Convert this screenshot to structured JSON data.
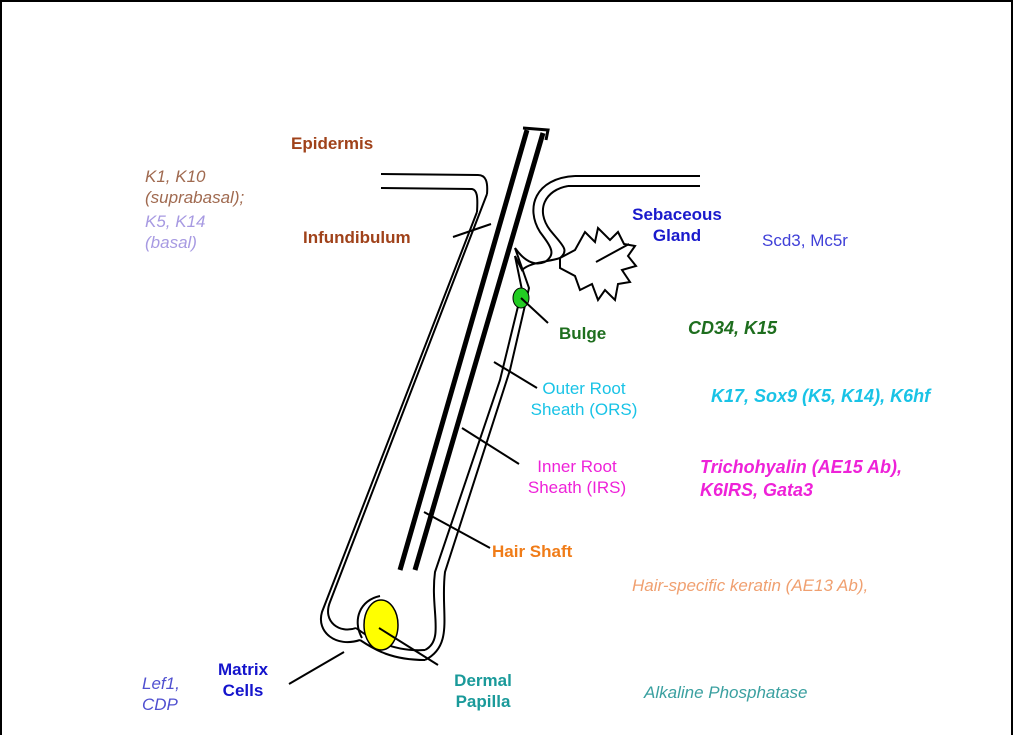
{
  "colors": {
    "epidermis": "#a0421a",
    "suprabasal": "#a06a50",
    "basal": "#a79ae2",
    "sebaceous": "#1a1acc",
    "sebaceous_markers": "#4040d8",
    "bulge": "#1e6e1e",
    "ors": "#19c3e6",
    "irs": "#ee22d8",
    "hair_shaft": "#f07c18",
    "hair_keratin": "#f0a070",
    "matrix": "#1414cc",
    "matrix_markers": "#5050d0",
    "papilla": "#1a9a9a",
    "phosphatase": "#3aa0a0",
    "bulge_fill": "#22cc22",
    "papilla_fill": "#ffff00"
  },
  "labels": {
    "epidermis": "Epidermis",
    "infundibulum": "Infundibulum",
    "sebaceous_line1": "Sebaceous",
    "sebaceous_line2": "Gland",
    "bulge": "Bulge",
    "ors_line1": "Outer Root",
    "ors_line2": "Sheath (ORS)",
    "irs_line1": "Inner Root",
    "irs_line2": "Sheath (IRS)",
    "hair_shaft": "Hair Shaft",
    "matrix_line1": "Matrix",
    "matrix_line2": "Cells",
    "papilla_line1": "Dermal",
    "papilla_line2": "Papilla"
  },
  "markers": {
    "suprabasal_line1": "K1, K10",
    "suprabasal_line2": "(suprabasal);",
    "basal_line1": "K5, K14",
    "basal_line2": "(basal)",
    "sebaceous": "Scd3, Mc5r",
    "bulge": "CD34, K15",
    "ors": "K17, Sox9 (K5, K14), K6hf",
    "irs_line1": "Trichohyalin (AE15 Ab),",
    "irs_line2": "K6IRS, Gata3",
    "hair_shaft": "Hair-specific keratin (AE13 Ab),",
    "matrix_line1": "Lef1,",
    "matrix_line2": "CDP",
    "papilla": "Alkaline Phosphatase"
  }
}
